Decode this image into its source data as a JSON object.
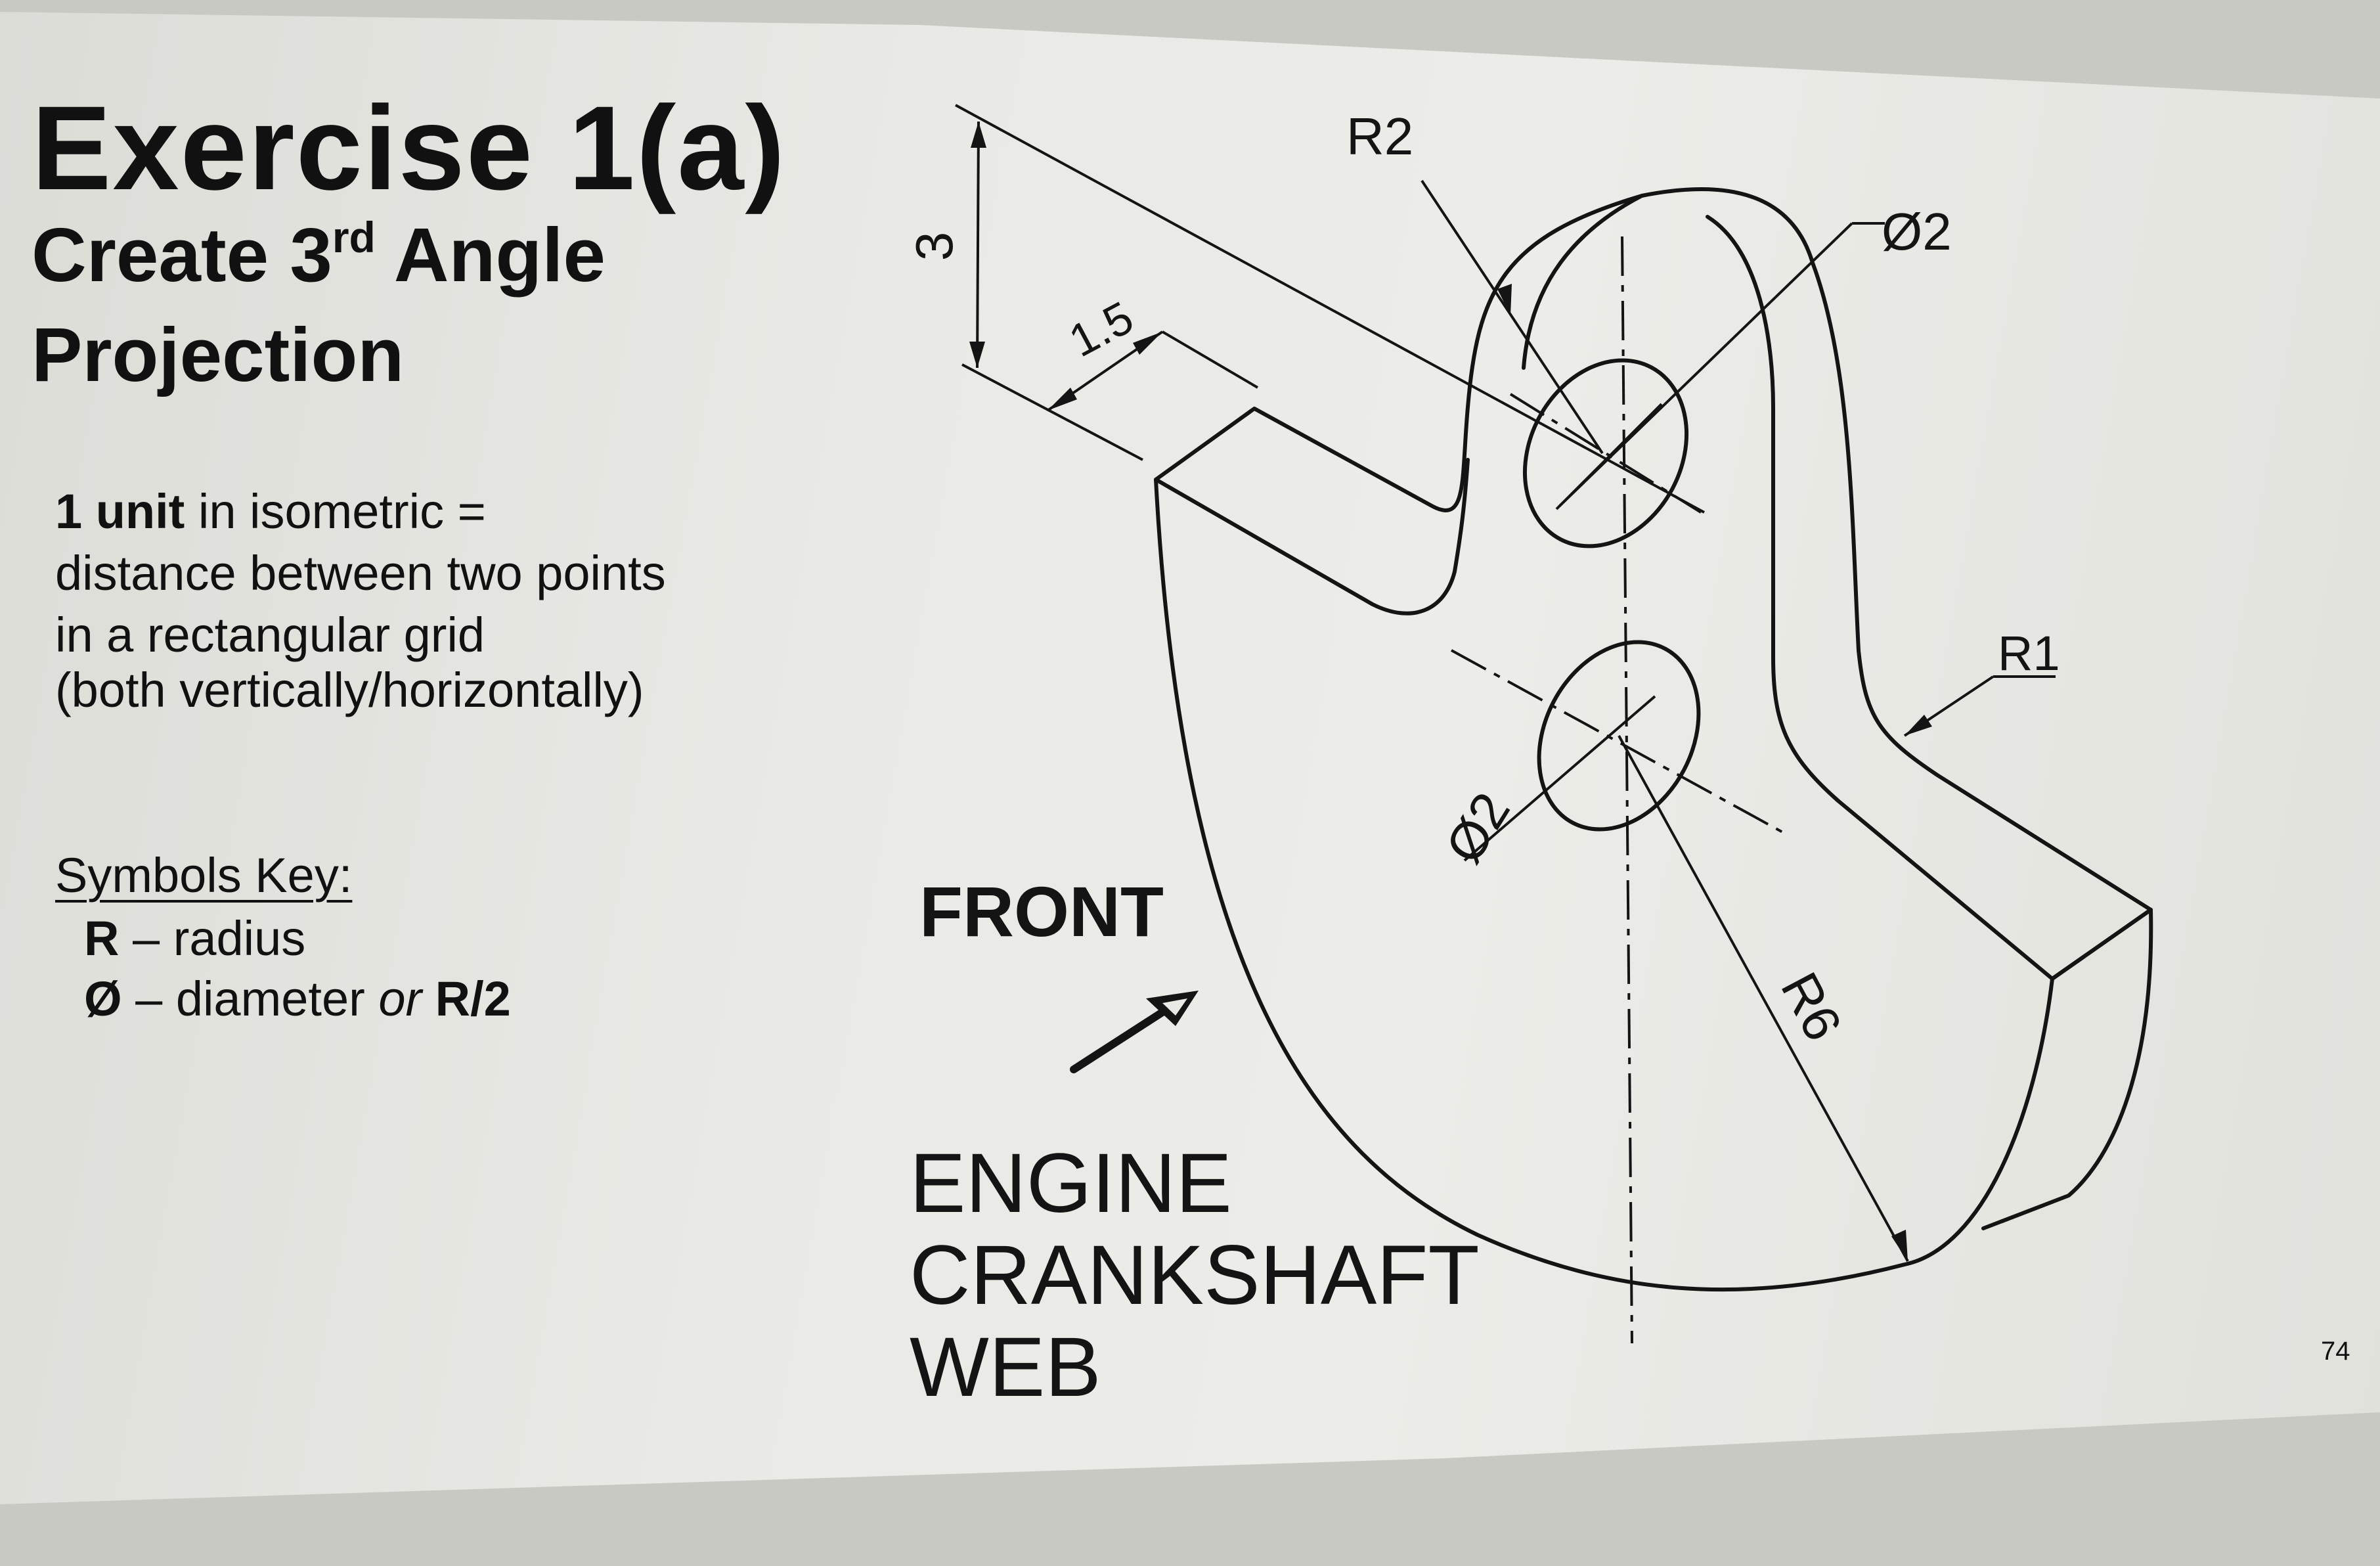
{
  "heading": {
    "title": "Exercise 1(a)",
    "subtitle_line1_start": "Create 3",
    "subtitle_line1_sup": "rd",
    "subtitle_line1_end": " Angle",
    "subtitle_line2": "Projection"
  },
  "note": {
    "bold": "1 unit",
    "line1_rest": " in isometric =",
    "line2": "distance between two points",
    "line3": "in a rectangular grid",
    "line4": "(both vertically/horizontally)"
  },
  "symbols_key": {
    "title": "Symbols Key:",
    "items": [
      {
        "symbol": "R",
        "text": " – radius",
        "extra": "",
        "extra_bold": ""
      },
      {
        "symbol": "Ø",
        "text": " – diameter ",
        "extra": "or",
        "extra_bold": " R/2"
      }
    ]
  },
  "drawing": {
    "dim_3": "3",
    "dim_1_5": "1.5",
    "dim_r2": "R2",
    "dim_phi2_top": "Ø2",
    "dim_r1": "R1",
    "dim_phi2_lower": "Ø2",
    "dim_r6": "R6",
    "front_label": "FRONT",
    "caption_line1": "ENGINE",
    "caption_line2": "CRANKSHAFT",
    "caption_line3": "WEB"
  },
  "page_number": "74"
}
